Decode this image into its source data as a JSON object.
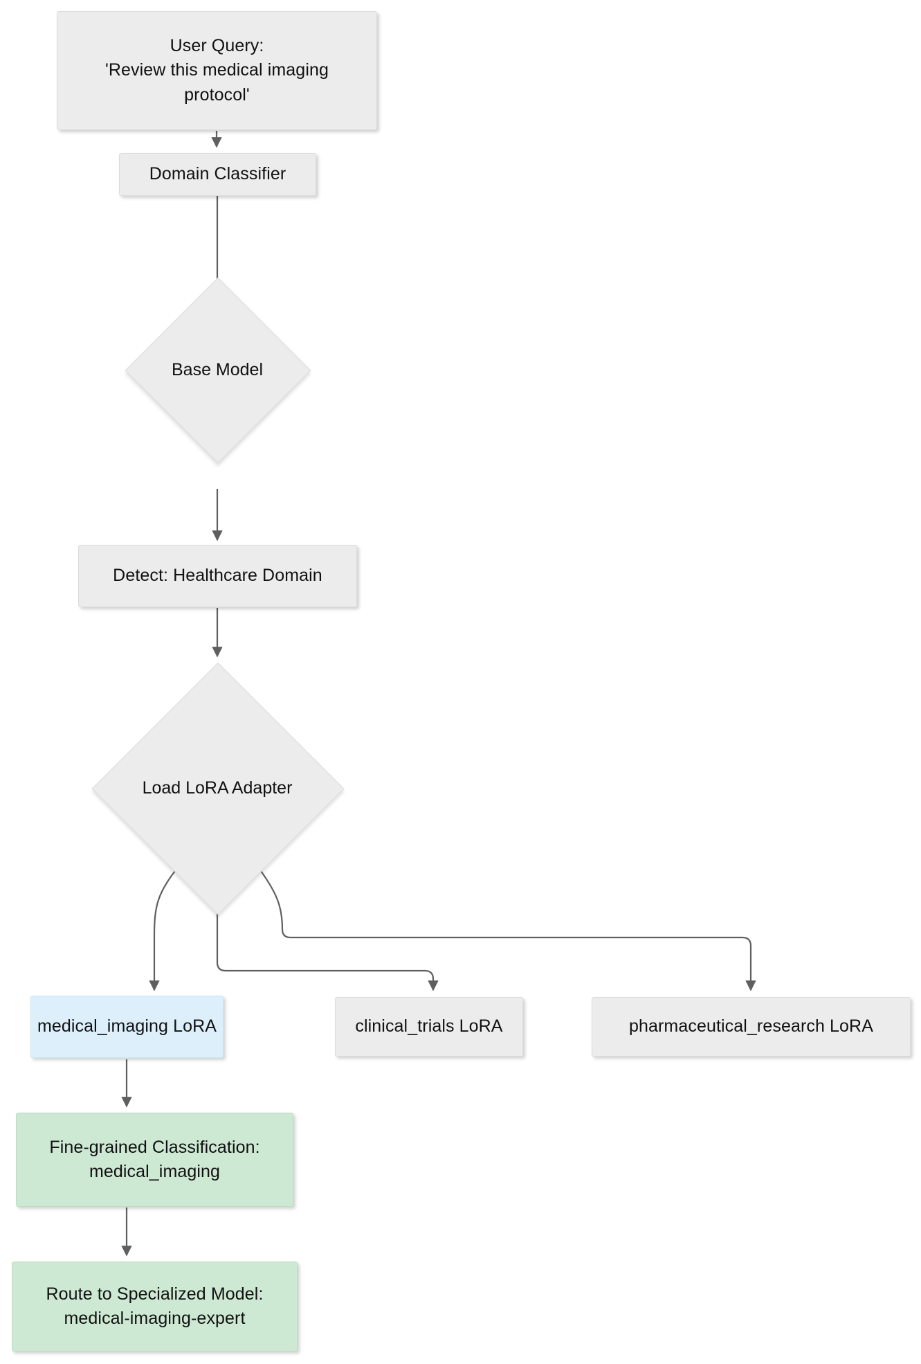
{
  "diagram": {
    "type": "flowchart",
    "direction": "top-down",
    "background_color": "#ffffff",
    "default_node_fill": "#ececec",
    "default_node_stroke": "#dcdcdc",
    "edge_color": "#555555",
    "text_color": "#111111",
    "nodes": [
      {
        "id": "user_query",
        "shape": "rect",
        "label": "User Query:\n'Review this medical imaging\nprotocol'",
        "fill": "#ececec"
      },
      {
        "id": "domain_classifier",
        "shape": "rect",
        "label": "Domain Classifier",
        "fill": "#ececec"
      },
      {
        "id": "base_model",
        "shape": "diamond",
        "label": "Base Model",
        "fill": "#ececec"
      },
      {
        "id": "detect_domain",
        "shape": "rect",
        "label": "Detect: Healthcare Domain",
        "fill": "#ececec"
      },
      {
        "id": "load_lora",
        "shape": "diamond",
        "label": "Load LoRA Adapter",
        "fill": "#ececec"
      },
      {
        "id": "medical_imaging_lora",
        "shape": "rect",
        "label": "medical_imaging LoRA",
        "fill": "#ddeffb"
      },
      {
        "id": "clinical_trials_lora",
        "shape": "rect",
        "label": "clinical_trials LoRA",
        "fill": "#ececec"
      },
      {
        "id": "pharmaceutical_research_lora",
        "shape": "rect",
        "label": "pharmaceutical_research LoRA",
        "fill": "#ececec"
      },
      {
        "id": "fine_grained",
        "shape": "rect",
        "label": "Fine-grained Classification:\nmedical_imaging",
        "fill": "#cde8d3"
      },
      {
        "id": "route_specialized",
        "shape": "rect",
        "label": "Route to Specialized Model:\nmedical-imaging-expert",
        "fill": "#cde8d3"
      }
    ],
    "edges": [
      {
        "from": "user_query",
        "to": "domain_classifier"
      },
      {
        "from": "domain_classifier",
        "to": "base_model"
      },
      {
        "from": "base_model",
        "to": "detect_domain"
      },
      {
        "from": "detect_domain",
        "to": "load_lora"
      },
      {
        "from": "load_lora",
        "to": "medical_imaging_lora"
      },
      {
        "from": "load_lora",
        "to": "clinical_trials_lora"
      },
      {
        "from": "load_lora",
        "to": "pharmaceutical_research_lora"
      },
      {
        "from": "medical_imaging_lora",
        "to": "fine_grained"
      },
      {
        "from": "fine_grained",
        "to": "route_specialized"
      }
    ]
  }
}
